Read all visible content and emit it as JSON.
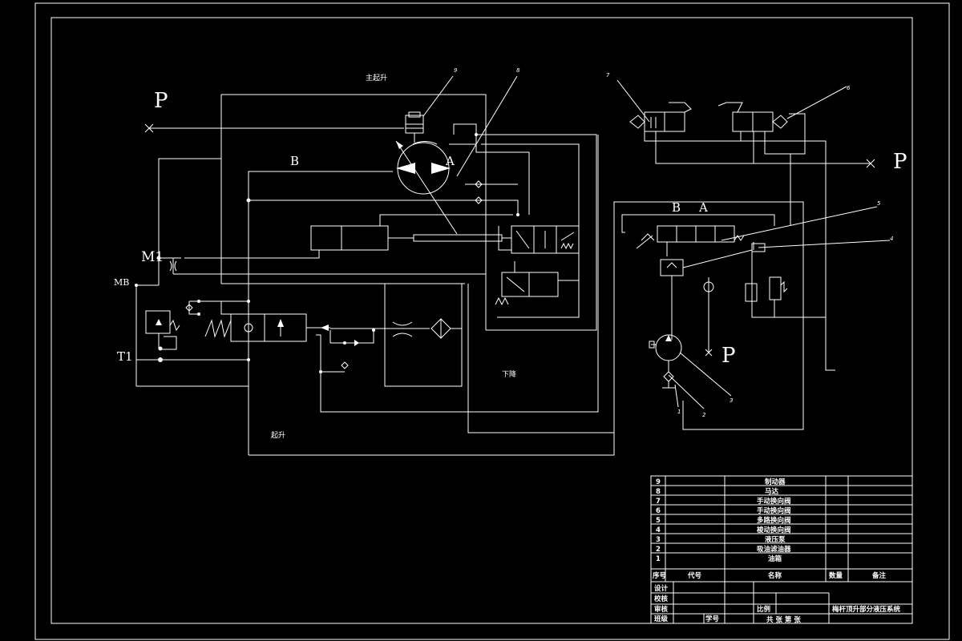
{
  "labels": {
    "p1": "P",
    "p2": "P",
    "p3": "P",
    "b_top": "B",
    "a_top": "A",
    "b_valve": "B",
    "a_valve": "A",
    "m1": "M1",
    "mb": "MB",
    "t1": "T1",
    "main_raise": "主起升",
    "lower": "下降",
    "raise": "起升"
  },
  "callouts": [
    "1",
    "2",
    "3",
    "4",
    "5",
    "6",
    "7",
    "8",
    "9"
  ],
  "parts_list": [
    {
      "no": "9",
      "name": "制动器"
    },
    {
      "no": "8",
      "name": "马达"
    },
    {
      "no": "7",
      "name": "手动换向阀"
    },
    {
      "no": "6",
      "name": "手动换向阀"
    },
    {
      "no": "5",
      "name": "多路换向阀"
    },
    {
      "no": "4",
      "name": "梭动换向阀"
    },
    {
      "no": "3",
      "name": "液压泵"
    },
    {
      "no": "2",
      "name": "吸油滤油器"
    },
    {
      "no": "1",
      "name": "油箱"
    }
  ],
  "table_header": {
    "no": "序号",
    "code": "代号",
    "name": "名称",
    "qty": "数量",
    "remark": "备注"
  },
  "title_block": {
    "design": "设计",
    "check": "校核",
    "review": "审核",
    "class": "班级",
    "student_no": "学号",
    "scale": "比例",
    "drawing_title": "梅杆顶升部分液压系统",
    "sheets": "共 张 第 张"
  }
}
